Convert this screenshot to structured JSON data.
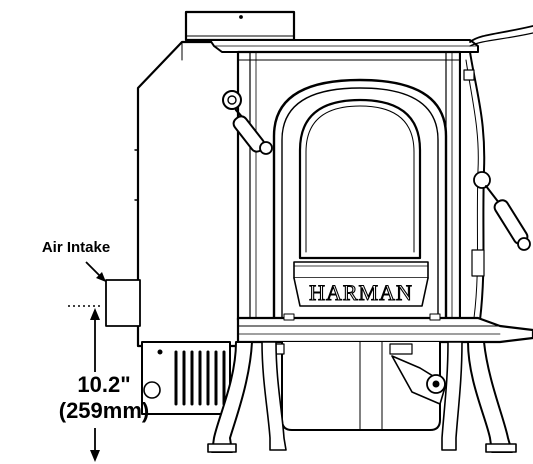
{
  "labels": {
    "air_intake": "Air Intake",
    "height_value": "10.2\"",
    "height_metric": "(259mm)",
    "logo": "HARMAN"
  },
  "colors": {
    "line": "#000000",
    "fill": "#ffffff",
    "shade": "#e6e6e6"
  }
}
